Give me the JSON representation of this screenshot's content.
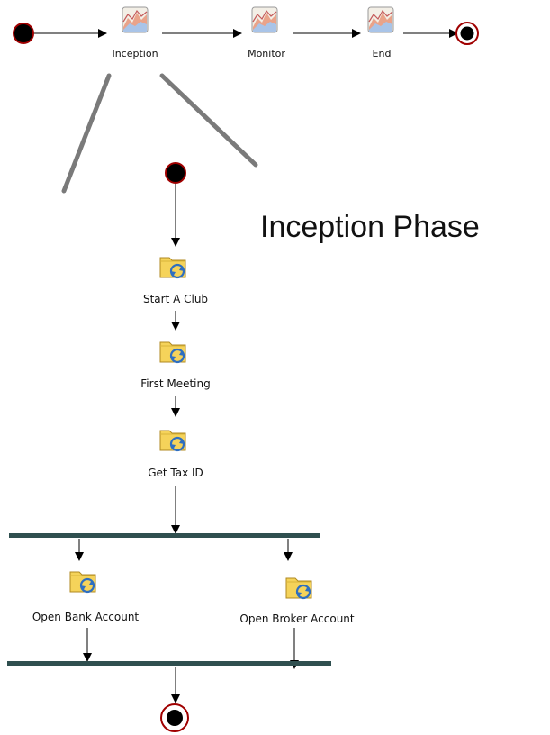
{
  "phase_flow": {
    "phases": [
      {
        "label": "Inception",
        "icon": "phase-icon"
      },
      {
        "label": "Monitor",
        "icon": "phase-icon"
      },
      {
        "label": "End",
        "icon": "phase-icon"
      }
    ]
  },
  "callout": {
    "title": "Inception Phase"
  },
  "inception_flow": {
    "tasks": [
      {
        "label": "Start A Club",
        "icon": "task-icon"
      },
      {
        "label": "First Meeting",
        "icon": "task-icon"
      },
      {
        "label": "Get Tax ID",
        "icon": "task-icon"
      }
    ],
    "parallel_tasks": [
      {
        "label": "Open Bank Account",
        "icon": "task-icon"
      },
      {
        "label": "Open Broker Account",
        "icon": "task-icon"
      }
    ]
  },
  "colors": {
    "node_fill": "#000000",
    "node_outline": "#a00000",
    "sync_bar": "#2f4f4f",
    "callout_line": "#7a7a7a",
    "folder": "#f5d35a",
    "refresh": "#2f6fc0",
    "phase_icon": "#e08a6a"
  }
}
